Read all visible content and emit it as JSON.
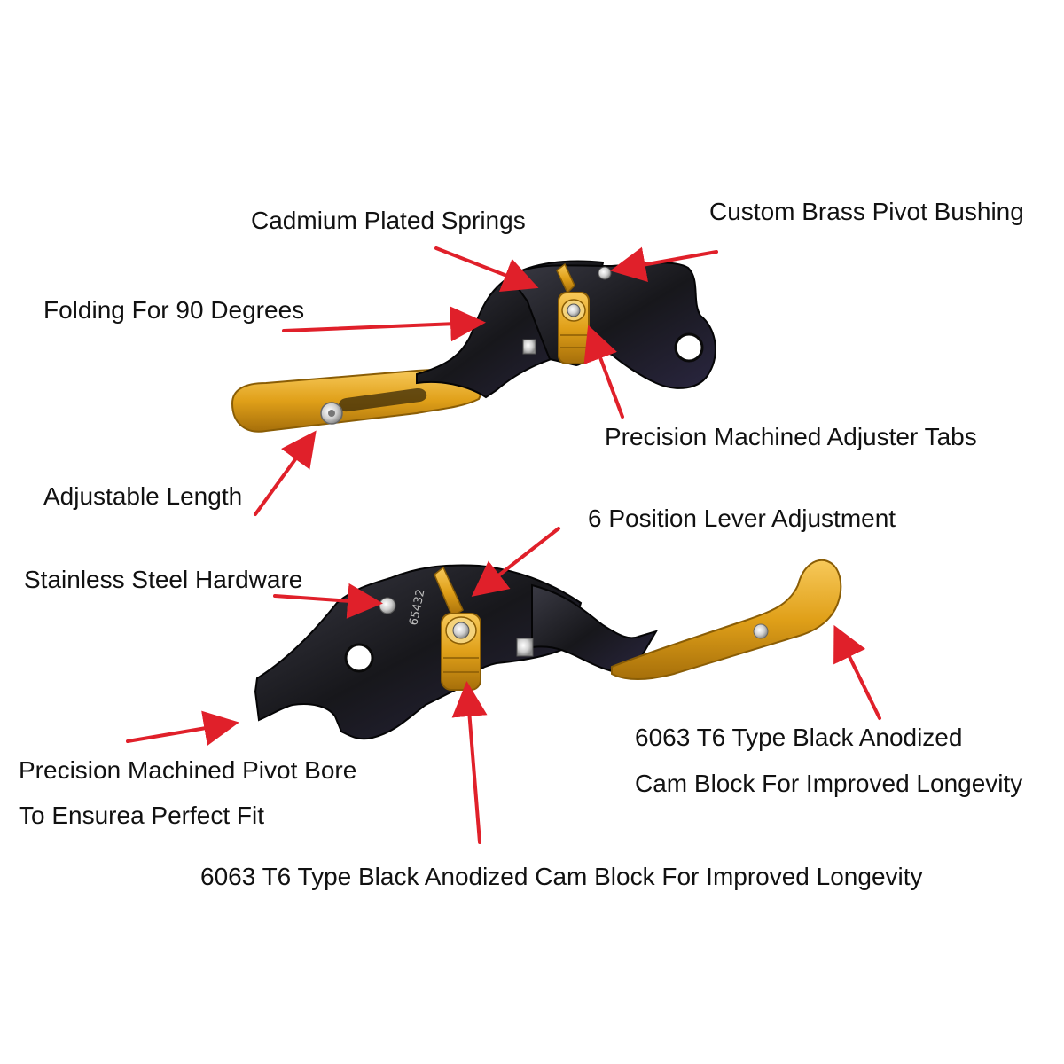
{
  "colors": {
    "arrow": "#e0202a",
    "anodized_black": "#1b1b1f",
    "anodized_gold": "#e0a019",
    "gold_dark": "#9a6a08",
    "steel": "#d9d9d9",
    "background": "#ffffff",
    "text": "#111111"
  },
  "top_lever": {
    "labels": {
      "springs": "Cadmium Plated Springs",
      "bushing": "Custom Brass Pivot Bushing",
      "folding": "Folding For 90 Degrees",
      "adjuster_tabs": "Precision Machined Adjuster Tabs",
      "length": "Adjustable Length"
    }
  },
  "bottom_lever": {
    "labels": {
      "position": "6 Position Lever Adjustment",
      "hardware": "Stainless Steel Hardware",
      "cam_block_right_line1": "6063 T6 Type Black Anodized",
      "cam_block_right_line2": "Cam Block For Improved Longevity",
      "pivot_bore_line1": "Precision Machined Pivot Bore",
      "pivot_bore_line2": "To Ensurea Perfect Fit",
      "cam_block_bottom": "6063 T6 Type Black Anodized Cam Block For Improved Longevity"
    },
    "engraving": "65432"
  }
}
